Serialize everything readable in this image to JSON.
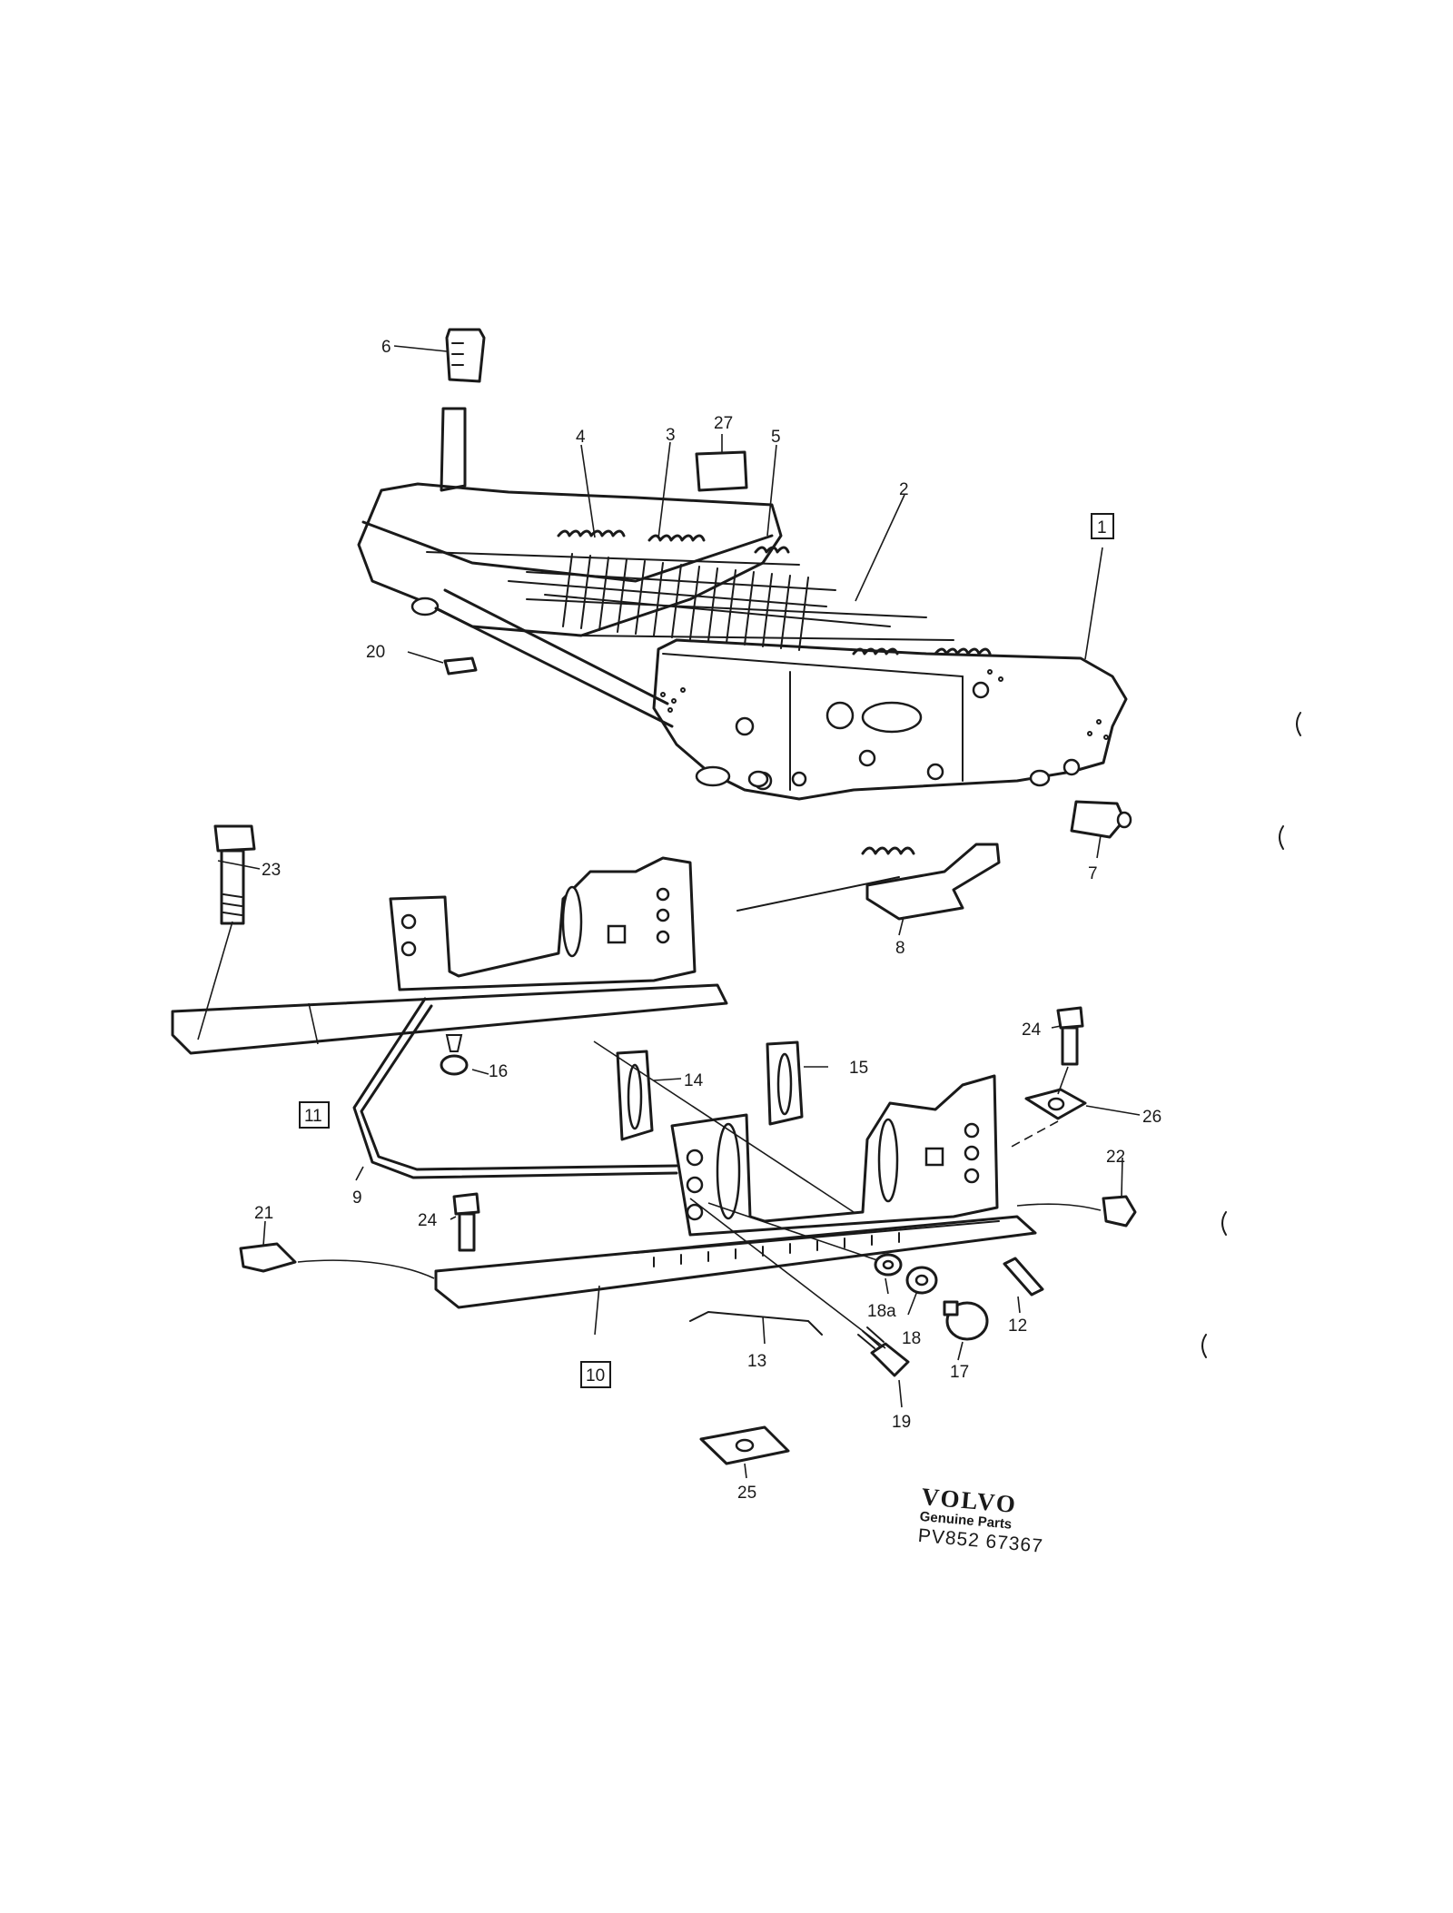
{
  "callouts": [
    {
      "id": "1",
      "boxed": true
    },
    {
      "id": "2",
      "boxed": false
    },
    {
      "id": "3",
      "boxed": false
    },
    {
      "id": "4",
      "boxed": false
    },
    {
      "id": "5",
      "boxed": false
    },
    {
      "id": "6",
      "boxed": false
    },
    {
      "id": "7",
      "boxed": false
    },
    {
      "id": "8",
      "boxed": false
    },
    {
      "id": "9",
      "boxed": false
    },
    {
      "id": "10",
      "boxed": true
    },
    {
      "id": "11",
      "boxed": true
    },
    {
      "id": "12",
      "boxed": false
    },
    {
      "id": "13",
      "boxed": false
    },
    {
      "id": "14",
      "boxed": false
    },
    {
      "id": "15",
      "boxed": false
    },
    {
      "id": "16",
      "boxed": false
    },
    {
      "id": "17",
      "boxed": false
    },
    {
      "id": "18",
      "boxed": false
    },
    {
      "id": "18a",
      "boxed": false
    },
    {
      "id": "19",
      "boxed": false
    },
    {
      "id": "20",
      "boxed": false
    },
    {
      "id": "21",
      "boxed": false
    },
    {
      "id": "22",
      "boxed": false
    },
    {
      "id": "23",
      "boxed": false
    },
    {
      "id": "24",
      "boxed": false
    },
    {
      "id": "24b",
      "text": "24",
      "boxed": false
    },
    {
      "id": "25",
      "boxed": false
    },
    {
      "id": "26",
      "boxed": false
    },
    {
      "id": "27",
      "boxed": false
    }
  ],
  "brand": {
    "logo": "VOLVO",
    "subtitle": "Genuine Parts",
    "code": "PV852 67367"
  }
}
